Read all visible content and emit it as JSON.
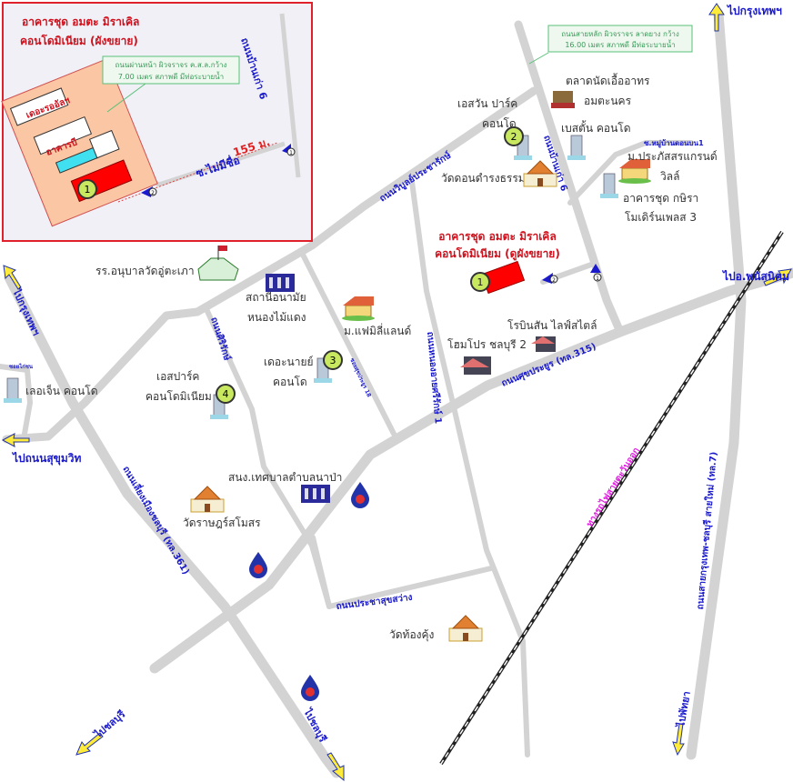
{
  "colors": {
    "road": "#d3d3d3",
    "road_label": "#1a1acc",
    "site": "#ff0000",
    "inset_border": "#e0202a",
    "note_border": "#5ac07a",
    "railway_label": "#e020e0"
  },
  "inset": {
    "title_line1": "อาคารชุด อมตะ มิราเคิล",
    "title_line2": "คอนโดมิเนียม (ผังขยาย)",
    "note_line1": "ถนนผ่านหน้า ผิวจราจร ค.ส.ล.กว้าง",
    "note_line2": "7.00 เมตร สภาพดี มีท่อระบายน้ำ",
    "road_baankao": "ถนนบ้านเก่า 6",
    "soi": "ซ.ไม่มีชื่อ",
    "distance": "155 ม.",
    "building_1": "เดอะรออัลฯ",
    "building_2": "อาคารบี",
    "marker": "1",
    "point_1": "1",
    "point_2": "2"
  },
  "top_note": {
    "line1": "ถนนสายหลัก ผิวจราจร ลาดยาง กว้าง",
    "line2": "16.00 เมตร สภาพดี มีท่อระบายน้ำ"
  },
  "directions": {
    "bangkok_top": "ไปกรุงเทพฯ",
    "bangkok_left": "ไปกรุงเทพฯ",
    "sukhumvit": "ไปถนนสุขุมวิท",
    "phanat": "ไปอ.พนัสนิคม",
    "pattaya": "ไปพัทยา",
    "chonburi1": "ไปชลบุรี",
    "chonburi2": "ไปชลบุรี"
  },
  "roads": {
    "baankao6": "ถนนบ้านเก่า 6",
    "wiboon": "ถนนวิบูลย์ประชารักษ์",
    "soi_mooban": "ซ.หมู่บ้านดอนบน1",
    "srirak": "ถนนศิริรักษ์",
    "nongai": "ถนนหนองอายศรีรักษ์ 1",
    "sukprayoon": "ถนนศุขประยูร (ทล.315)",
    "sukprayoon18": "ซอยศุขประยูร 18",
    "bypass": "ถนนเลี่ยงเมืองชลบุรี (ทล.361)",
    "highway7": "ถนนสายกรุงเทพ-ชลบุรี สายใหม่ (ทล.7)",
    "prachasuk": "ถนนประชาสุขสว่าง",
    "railway": "ทางรถไฟสายตะวันออก",
    "soi_kaichon": "ซอยไก่ชน"
  },
  "site": {
    "line1": "อาคารชุด อมตะ มิราเคิล",
    "line2": "คอนโดมิเนียม (ดูผังขยาย)",
    "marker": "1",
    "point_1": "1",
    "point_2": "2"
  },
  "places": {
    "market_1": "ตลาดนัดเอื้ออาทร",
    "market_2": "อมตะนคร",
    "sone_1": "เอสวัน ปาร์ค",
    "sone_2": "คอนโด",
    "sone_marker": "2",
    "best": "เบสตั้น คอนโด",
    "wat_don": "วัดดอนดำรงธรรม",
    "prapas_1": "ม.ประภัสสรแกรนด์",
    "prapas_2": "วิลล์",
    "kirira_1": "อาคารชุด กษิรา",
    "kirira_2": "โมเดิร์นเพลส 3",
    "school": "รร.อนุบาลวัดอู่ตะเภา",
    "health_1": "สถานีอนามัย",
    "health_2": "หนองไม้แดง",
    "family": "ม.แฟมิลี่แลนด์",
    "robinson": "โรบินสัน ไลฟ์สไตล์",
    "homepro": "โฮมโปร ชลบุรี 2",
    "nine_1": "เดอะนายย์",
    "nine_2": "คอนโด",
    "nine_marker": "3",
    "spark_1": "เอสปาร์ค",
    "spark_2": "คอนโดมิเนียม",
    "spark_marker": "4",
    "legend": "เลอเจ็น คอนโด",
    "municipal": "สนง.เทศบาลตำบลนาป่า",
    "wat_rat": "วัดราษฎร์สโมสร",
    "wat_thong": "วัดท้องคุ้ง"
  }
}
